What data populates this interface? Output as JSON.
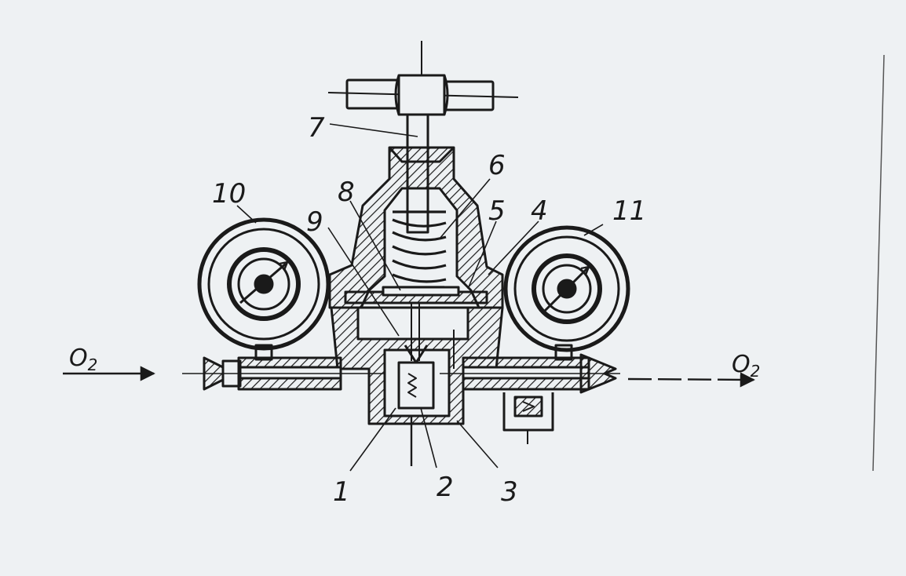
{
  "diagram": {
    "type": "cross-section technical drawing",
    "subject": "gas pressure reducer",
    "flow": {
      "inlet_label": "O",
      "inlet_subscript": "2",
      "outlet_label": "O",
      "outlet_subscript": "2"
    },
    "callouts": {
      "n1": "1",
      "n2": "2",
      "n3": "3",
      "n4": "4",
      "n5": "5",
      "n6": "6",
      "n7": "7",
      "n8": "8",
      "n9": "9",
      "n10": "10",
      "n11": "11"
    },
    "colors": {
      "paper": "#eef1f3",
      "ink": "#1a1a1a"
    }
  }
}
